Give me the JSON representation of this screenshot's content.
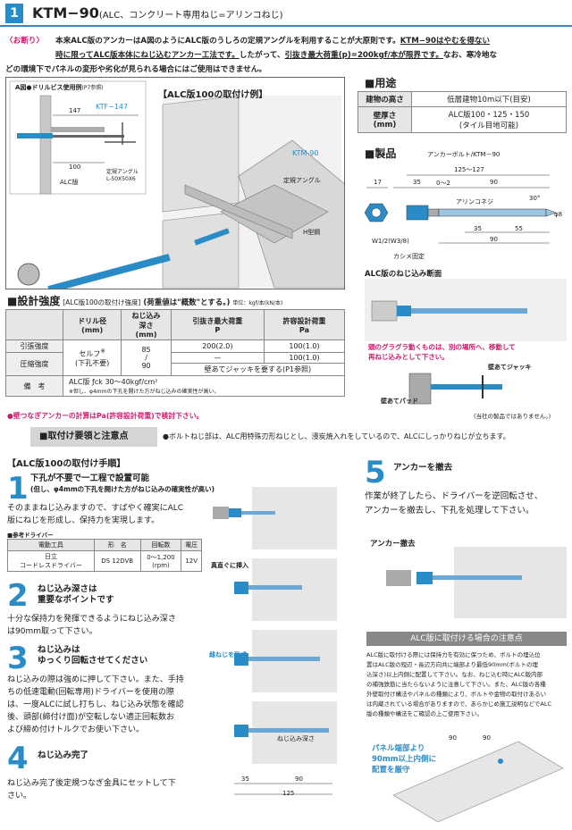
{
  "header": {
    "num": "1",
    "title": "KTM−90",
    "subtitle": "(ALC、コンクリート専用ねじ=アリンコねじ)"
  },
  "intro": {
    "tag": "〈お断り〉",
    "l1a": "本来ALC版のアンカーはA図のようにALC版のうしろの定規アングルを利用することが大原則です。",
    "l1b": "KTM−90はやむを得ない",
    "l2a": "時に限ってALC版本体にねじ込むアンカー工法です。",
    "l2b": "したがって、",
    "l2c": "引抜き最大荷重(p)=200kgf/本が限界です。",
    "l2d": "なお、寒冷地な",
    "l3": "どの環境下でパネルの変形や劣化が見られる場合にはご使用はできません。"
  },
  "figA": {
    "title": "A図●ドリルビス使用例",
    "note": "(P7参照)",
    "d147": "147",
    "ktf": "KTF−147",
    "d100": "100",
    "alc": "ALC版",
    "angle1": "定規アングル",
    "angle2": "L-50X50X6"
  },
  "figMain": {
    "title": "【ALC版100の取付け例】",
    "ktm": "KTM-90",
    "angle": "定規アングル",
    "hsteel": "H型鋼"
  },
  "usage": {
    "heading": "■用途",
    "r1c1": "建物の高さ",
    "r1c2": "低層建物10m以下(目安)",
    "r2c1a": "壁厚さ",
    "r2c1b": "(mm)",
    "r2c2a": "ALC版100・125・150",
    "r2c2b": "(タイル目地可能)"
  },
  "product": {
    "heading": "■製品",
    "name": "アンカーボルト/KTM－90",
    "d125": "125～127",
    "d17": "17",
    "d35": "35",
    "d02": "0～2",
    "d90": "90",
    "screw": "アリンコネジ",
    "ang": "30°",
    "d35b": "35",
    "d55": "55",
    "d90b": "90",
    "phi8": "φ8",
    "w": "W1/2(W3/8)",
    "kashime": "カシメ固定"
  },
  "section": {
    "title": "ALC版のねじ込み断面",
    "note1": "頭のグラグラ動くものは、別の場所へ、移動して",
    "note2": "再ねじ込みとして下さい。",
    "jack": "壁あてジャッキ",
    "pad": "壁あてパッド",
    "disclaimer": "(当社の製品ではありません。)"
  },
  "design": {
    "heading": "■設計強度",
    "sub": "[ALC版100の取付け強度]",
    "note": "(荷重値は\"概数\"とする。)",
    "unit": "単位：kgf/本(kN/本)",
    "h1": "ドリル径",
    "h1b": "(mm)",
    "h2": "ねじ込み",
    "h2b": "深さ",
    "h2c": "(mm)",
    "h3": "引抜き最大荷重",
    "h3b": "P",
    "h4": "許容設計荷重",
    "h4b": "Pa",
    "r1": "引張強度",
    "r2": "圧縮強度",
    "self": "セルフ",
    "selfsup": "※",
    "self2": "(下孔不要)",
    "depth1": "85",
    "depth2": "/",
    "depth3": "90",
    "p1": "200(2.0)",
    "pa1": "100(1.0)",
    "p2": "—",
    "pa2": "100(1.0)",
    "jackrow": "壁あてジャッキを要する(P1参照)",
    "remark": "備　考",
    "remark1": "ALC版 ƒck 30～40kgf/cm²",
    "remark2": "※但し、φ4mmの下孔を開けた方がねじ込みの確実性が高い。",
    "footnote": "●壁つなぎアンカーの計算はPa(許容設計荷重)で検討下さい。"
  },
  "bar": {
    "title": "■取付け要領と注意点",
    "text": "●ボルトねじ部は、ALC用特殊刃形ねじとし、浸炭焼入れをしているので、ALCにしっかりねじが立ちます。"
  },
  "steps": {
    "heading": "【ALC版100の取付け手順】",
    "s1n": "1",
    "s1h1": "下孔が不要で一工程で設置可能",
    "s1h2": "(但し、φ4mmの下孔を開けた方がねじ込みの確実性が高い)",
    "s1p1": "そのままねじ込みますので、すばやく確実にALC",
    "s1p2": "版にねじを形成し、保持力を実現します。",
    "drillhd": "■参考ドライバー",
    "dt1": "電動工具",
    "dt2": "形　名",
    "dt3": "回転数",
    "dt4": "電圧",
    "dv1": "日立",
    "dv1b": "コードレスドライバー",
    "dv2": "DS 12DVB",
    "dv3": "0～1,200",
    "dv3b": "(rpm)",
    "dv4": "12V",
    "s2n": "2",
    "s2h1": "ねじ込み深さは",
    "s2h2": "重要なポイントです",
    "s2p1": "十分な保持力を発揮できるようにねじ込み深さ",
    "s2p2": "は90mm取って下さい。",
    "s3n": "3",
    "s3h1": "ねじ込みは",
    "s3h2": "ゆっくり回転させてください",
    "s3p1": "ねじ込みの際は強めに押して下さい。また、手持",
    "s3p2": "ちの低速電動(回転専用)ドライバーを使用の際",
    "s3p3": "は、一度ALCに試し打ちし、ねじ込み状態を確認",
    "s3p4": "後、頭部(締付け面)が空転しない適正回転数お",
    "s3p5": "よび締め付けトルクでお使い下さい。",
    "s4n": "4",
    "s4h": "ねじ込み完了",
    "s4p1": "ねじ込み完了後定規つなぎ金具にセットして下",
    "s4p2": "さい。",
    "s5n": "5",
    "s5h": "アンカーを撤去",
    "s5p1": "作業が終了したら、ドライバーを逆回転させ、",
    "s5p2": "アンカーを撤去し、下孔を処理して下さい。"
  },
  "figsteps": {
    "straight": "真直ぐに挿入",
    "thread": "雌ねじを形成",
    "depth": "ねじ込み深さ",
    "d35": "35",
    "d90": "90",
    "d125": "125",
    "remove": "アンカー撤去"
  },
  "note": {
    "title": "ALC版に取付ける場合の注意点",
    "t1": "ALC版に取付ける際には保持力を有効に保つため、ボルトの埋込位",
    "t2": "置はALC版の短辺・長辺方向共に端部より最低90mm(ボルトの埋",
    "t3": "込深さ)以上内側に配置して下さい。なお、ねじ込む時にALC版内部",
    "t4": "の補強鉄筋に当たらないように注意して下さい。また、ALC版の各種",
    "t5": "外壁取付け構法やパネルの種類により、ボルトや金物の取付けあるい",
    "t6": "は内蔵されている場合がありますので、あらかじめ施工説明などでALC",
    "t7": "版の種類や構法をご確認の上ご使用下さい。",
    "panel1": "パネル端部より",
    "panel2": "90mm以上内側に",
    "panel3": "配置を厳守",
    "d90a": "90",
    "d90b": "90"
  }
}
